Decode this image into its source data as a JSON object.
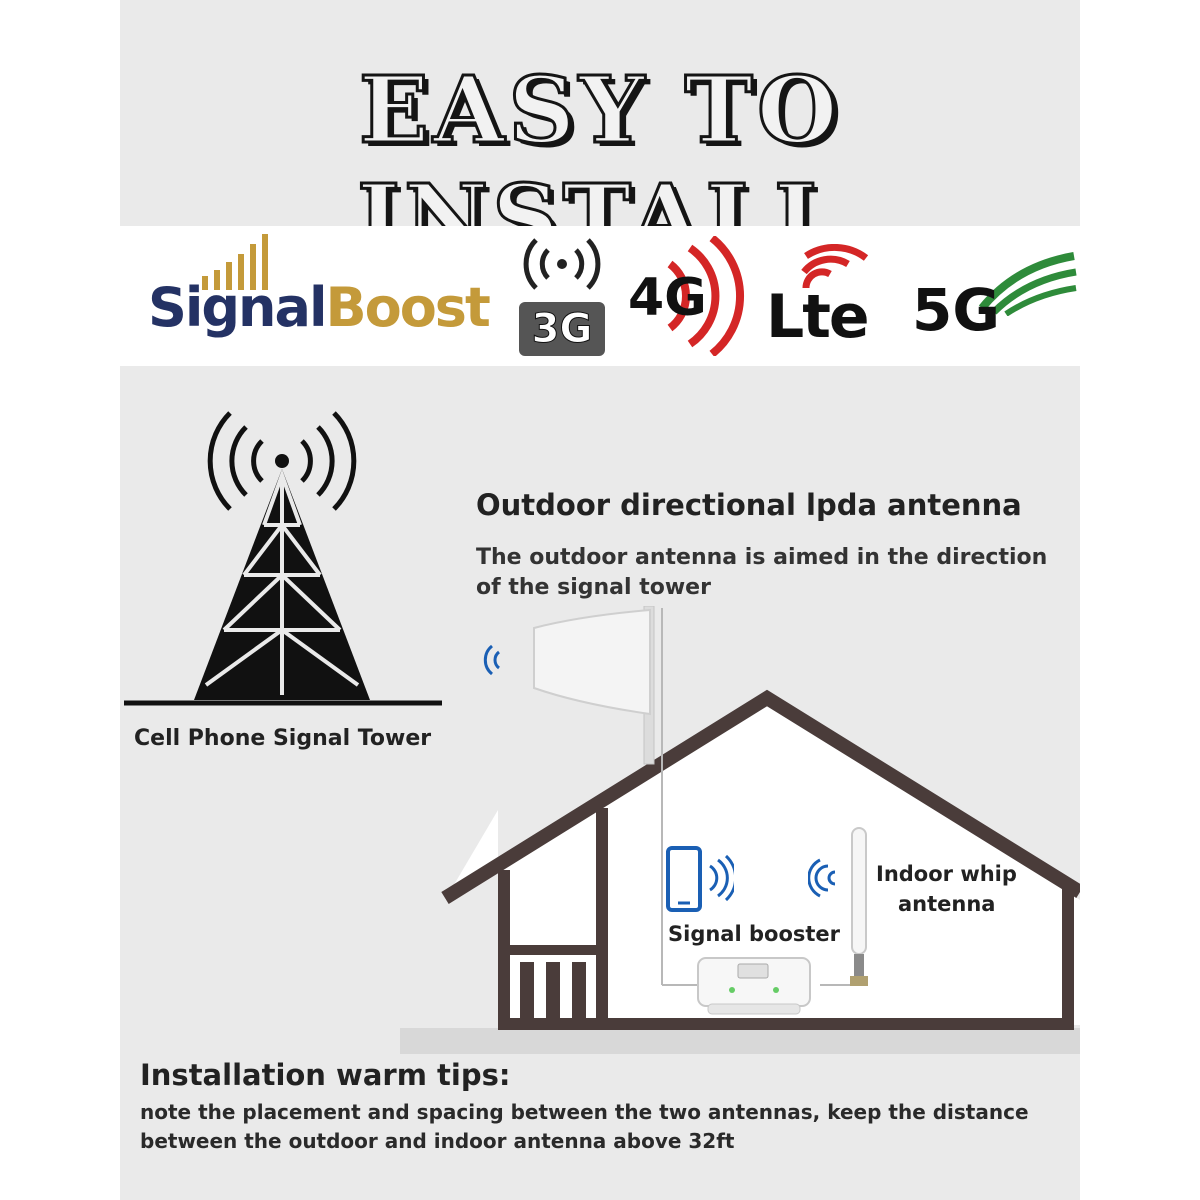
{
  "headline": "EASY TO INSTALL",
  "brand": {
    "part1": "Signal",
    "part2": "Boost"
  },
  "networks": {
    "g3": "3G",
    "g4": "4G",
    "lte": "Lte",
    "g5": "5G"
  },
  "tower_label": "Cell Phone Signal Tower",
  "outdoor": {
    "title": "Outdoor directional lpda antenna",
    "description": "The outdoor antenna is aimed in the direction of the signal tower"
  },
  "indoor_label_line1": "Indoor whip",
  "indoor_label_line2": "antenna",
  "booster_label": "Signal booster",
  "tips": {
    "title": "Installation warm tips:",
    "text": "note the placement and spacing between the two antennas, keep the distance between the outdoor and indoor antenna above 32ft"
  },
  "colors": {
    "brand_navy": "#243264",
    "brand_gold": "#c49a3a",
    "wave_blue": "#1a5fb4",
    "red": "#d42626",
    "green": "#2e8b3a"
  },
  "icons": [
    "signal-bars-icon",
    "broadcast-icon",
    "cell-tower-icon",
    "house-icon",
    "lpda-antenna-icon",
    "whip-antenna-icon",
    "smartphone-icon",
    "signal-booster-icon",
    "wifi-wave-icon"
  ]
}
